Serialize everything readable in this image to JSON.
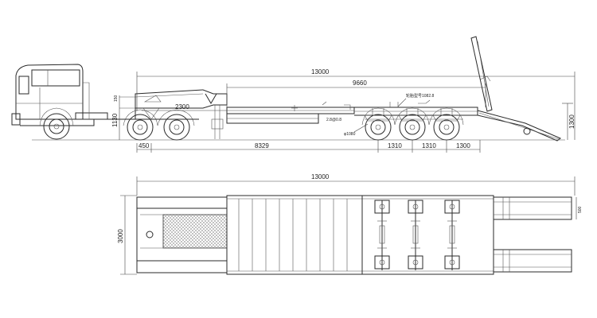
{
  "side_view": {
    "overall_length": "13000",
    "platform_length": "9660",
    "gooseneck_len": "2300",
    "kingpin_offset": "450",
    "rear_base": "8329",
    "axle_spacing_1": "1310",
    "axle_spacing_2": "1310",
    "rear_overhang": "1300",
    "deck_height": "1130",
    "ramp_height": "1300",
    "ground_clear": "150",
    "wheel_dia": "φ1080",
    "axle_note": "轮胎型号1082.8",
    "deck_note": "2.8@0.8"
  },
  "top_view": {
    "overall_length": "13000",
    "overall_width": "3000",
    "ramp_width": "500"
  }
}
